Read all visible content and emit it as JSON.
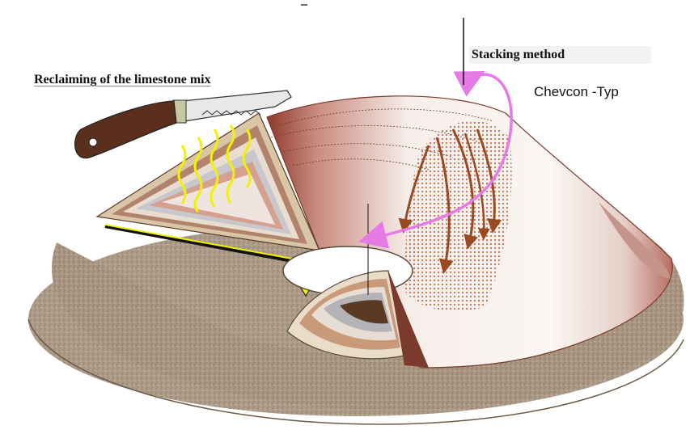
{
  "labels": {
    "reclaiming": "Reclaiming of the limestone mix",
    "stacking": "Stacking method",
    "chevcon": "Chevcon -Typ"
  },
  "icons": {
    "reclaimer": "knife-icon",
    "stacking_arrow": "curved-arrow-icon",
    "reclaim_arrow": "arrow-icon"
  },
  "colors": {
    "ground": "#a89682",
    "pile_shade": "#8e3a2c",
    "pile_light": "#f4ece8",
    "stacking_arrow": "#e67ae6",
    "reclaim_arrow": "#f2f200",
    "flow_arrows": "#9a4a22",
    "knife_handle": "#5a2f1c"
  }
}
